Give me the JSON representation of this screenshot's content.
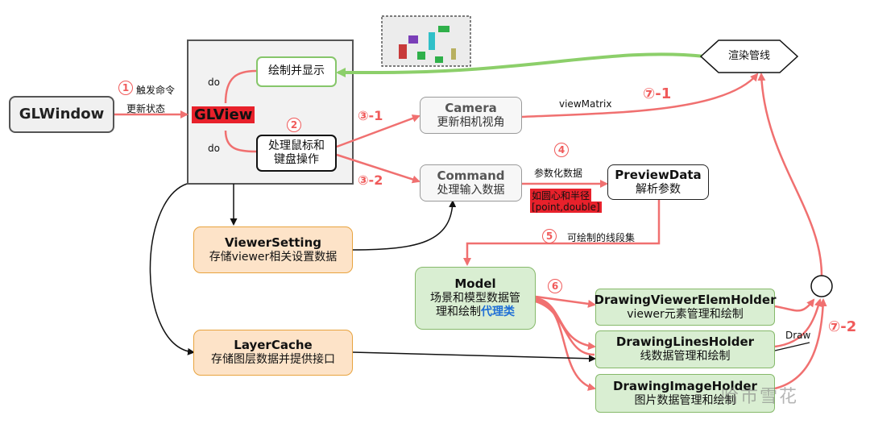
{
  "nodes": {
    "glwindow": "GLWindow",
    "glview": "GLView",
    "draw_display": "绘制并显示",
    "handle_input": "处理鼠标和\n键盘操作",
    "render_pipeline": "渲染管线",
    "camera": {
      "title": "Camera",
      "sub": "更新相机视角"
    },
    "command": {
      "title": "Command",
      "sub": "处理输入数据"
    },
    "preview": {
      "title": "PreviewData",
      "sub": "解析参数"
    },
    "viewer_setting": {
      "title": "ViewerSetting",
      "sub": "存储viewer相关设置数据"
    },
    "layer_cache": {
      "title": "LayerCache",
      "sub": "存储图层数据并提供接口"
    },
    "model": {
      "title": "Model",
      "sub1": "场景和模型数据管",
      "sub2": "理和绘制",
      "sub2_hl": "代理类"
    },
    "elem_holder": {
      "title": "DrawingViewerElemHolder",
      "sub": "viewer元素管理和绘制"
    },
    "lines_holder": {
      "title": "DrawingLinesHolder",
      "sub": "线数据管理和绘制"
    },
    "image_holder": {
      "title": "DrawingImageHolder",
      "sub": "图片数据管理和绘制"
    }
  },
  "labels": {
    "trigger": "触发命令",
    "update_state": "更新状态",
    "do_top": "do",
    "do_bottom": "do",
    "view_matrix": "viewMatrix",
    "param_data": "参数化数据",
    "example_line1": "如圆心和半径",
    "example_line2": "[point,double]",
    "drawable_lines": "可绘制的线段集",
    "draw": "Draw"
  },
  "steps": {
    "s1": "1",
    "s2": "2",
    "s3_1": "③-1",
    "s3_2": "③-2",
    "s4": "4",
    "s5": "5",
    "s6": "6",
    "s7_1": "⑦-1",
    "s7_2": "⑦-2"
  },
  "watermark": "哈市雪花",
  "colors": {
    "red_arrow": "#f07070",
    "green_arrow": "#8ccf6a",
    "orange_border": "#e8a33e",
    "green_border": "#86b96a",
    "highlight_blue": "#1f6fd6",
    "label_red_bg": "#e8212b"
  }
}
